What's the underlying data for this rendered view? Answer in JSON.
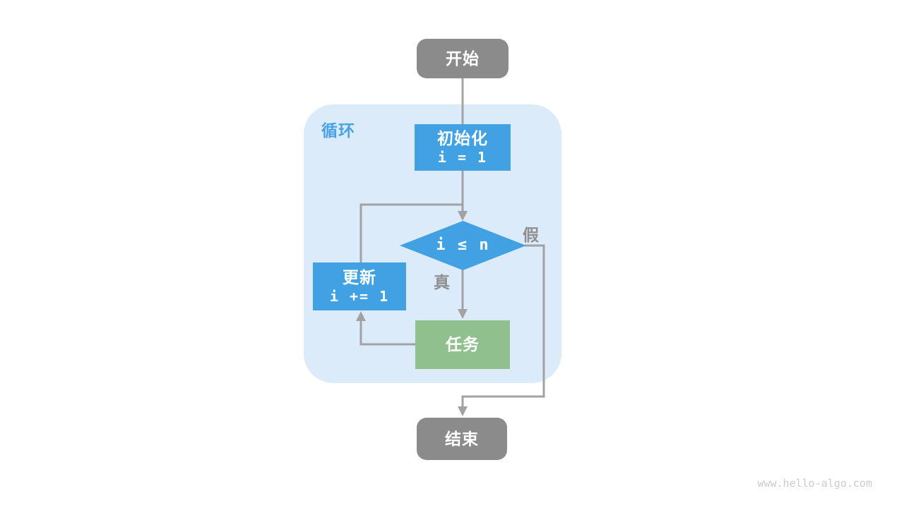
{
  "page": {
    "watermark": "www.hello-algo.com"
  },
  "colors": {
    "node_gray": "#8b8b8b",
    "node_blue": "#41a1e3",
    "node_green": "#90c08e",
    "container_fill": "#dcebf9",
    "loop_label_blue": "#4aa3e6",
    "connector_gray": "#a2a2a2",
    "edge_label_gray": "#8f8f8f",
    "watermark_gray": "#cbcbcb"
  },
  "flowchart": {
    "container_label": "循环",
    "nodes": {
      "start": {
        "label": "开始"
      },
      "init": {
        "line1": "初始化",
        "line2": "i = 1"
      },
      "condition": {
        "label": "i ≤ n"
      },
      "update": {
        "line1": "更新",
        "line2": "i += 1"
      },
      "task": {
        "label": "任务"
      },
      "end": {
        "label": "结束"
      }
    },
    "edge_labels": {
      "true": "真",
      "false": "假"
    }
  }
}
